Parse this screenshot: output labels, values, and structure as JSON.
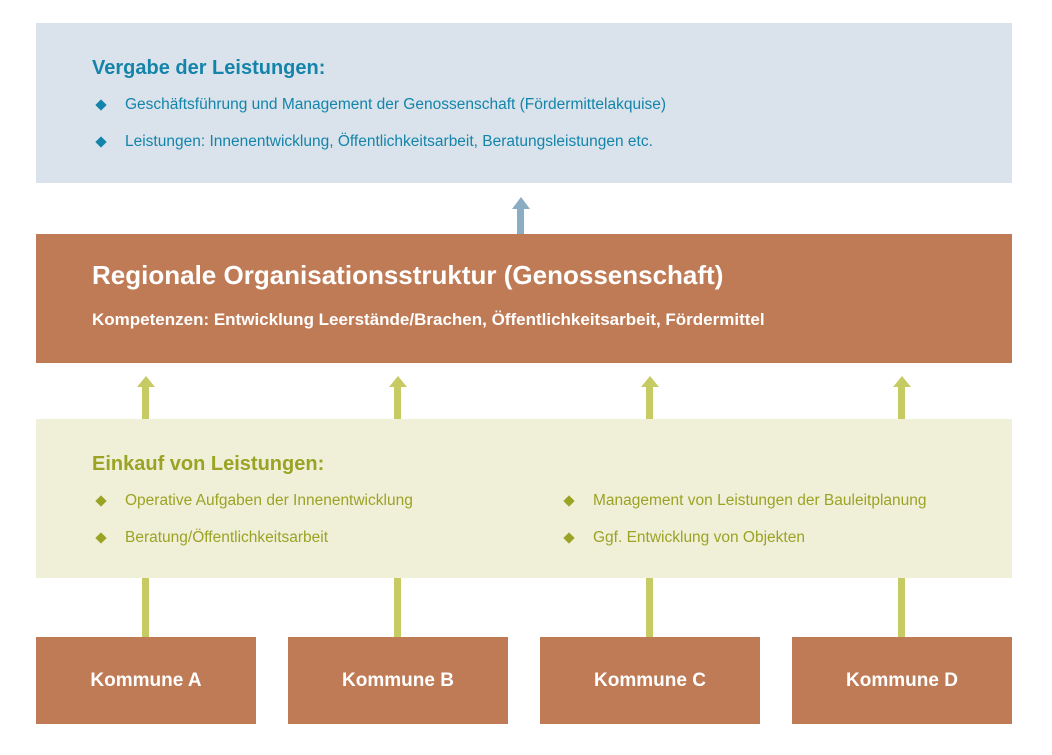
{
  "colors": {
    "page_bg": "#ffffff",
    "blue_box_bg": "#dae3eb",
    "teal_text": "#1484aa",
    "brown_box_bg": "#bf7b55",
    "white_text": "#ffffff",
    "green_box_bg": "#f0f0d8",
    "olive_text": "#9aa324",
    "olive_arrow": "#c7cb64",
    "blue_arrow": "#8badc4"
  },
  "top_box": {
    "heading": "Vergabe der Leistungen:",
    "bullets": [
      "Geschäftsführung und Management der Genossenschaft (Fördermittelakquise)",
      "Leistungen: Innenentwicklung, Öffentlichkeitsarbeit, Beratungsleistungen etc."
    ]
  },
  "center_box": {
    "title": "Regionale Organisationsstruktur (Genossenschaft)",
    "subtitle": "Kompetenzen: Entwicklung Leerstände/Brachen, Öffentlichkeitsarbeit, Fördermittel"
  },
  "purchase_box": {
    "heading": "Einkauf von Leistungen:",
    "bullets_left": [
      "Operative Aufgaben der Innenentwicklung",
      "Beratung/Öffentlichkeitsarbeit"
    ],
    "bullets_right": [
      "Management von Leistungen der Bauleitplanung",
      "Ggf. Entwicklung von Objekten"
    ]
  },
  "kommunen": [
    {
      "label": "Kommune A"
    },
    {
      "label": "Kommune B"
    },
    {
      "label": "Kommune C"
    },
    {
      "label": "Kommune D"
    }
  ]
}
